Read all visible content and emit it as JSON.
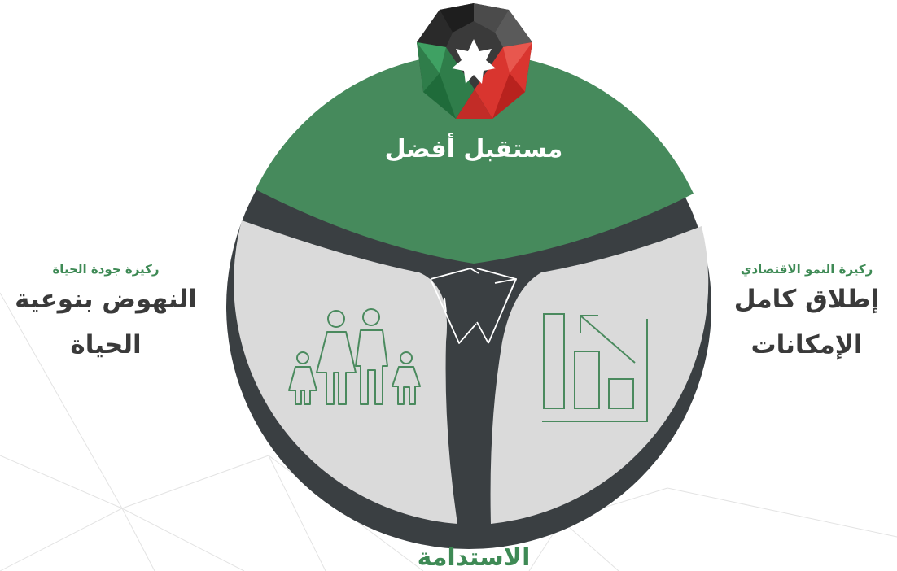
{
  "center": {
    "title": "مستقبل أفضل"
  },
  "pillars": {
    "quality_of_life": {
      "subtitle": "ركيزة جودة الحياة",
      "title_line1": "النهوض بنوعية",
      "title_line2": "الحياة"
    },
    "economic_growth": {
      "subtitle": "ركيزة النمو الاقتصادي",
      "title_line1": "إطلاق كامل",
      "title_line2": "الإمكانات"
    },
    "sustainability": {
      "title": "الاستدامة"
    }
  },
  "icons": {
    "top": "jordan-star-emblem-icon",
    "center": "recycle-icon",
    "left": "family-icon",
    "right": "growth-chart-icon"
  },
  "colors": {
    "green": "#468a5c",
    "dark": "#3a3f42",
    "light_gray": "#dadada",
    "red": "#d9352f",
    "black": "#1e1e1e",
    "white": "#ffffff",
    "text_dark": "#3a3a3a",
    "accent_green": "#3e8a55"
  }
}
